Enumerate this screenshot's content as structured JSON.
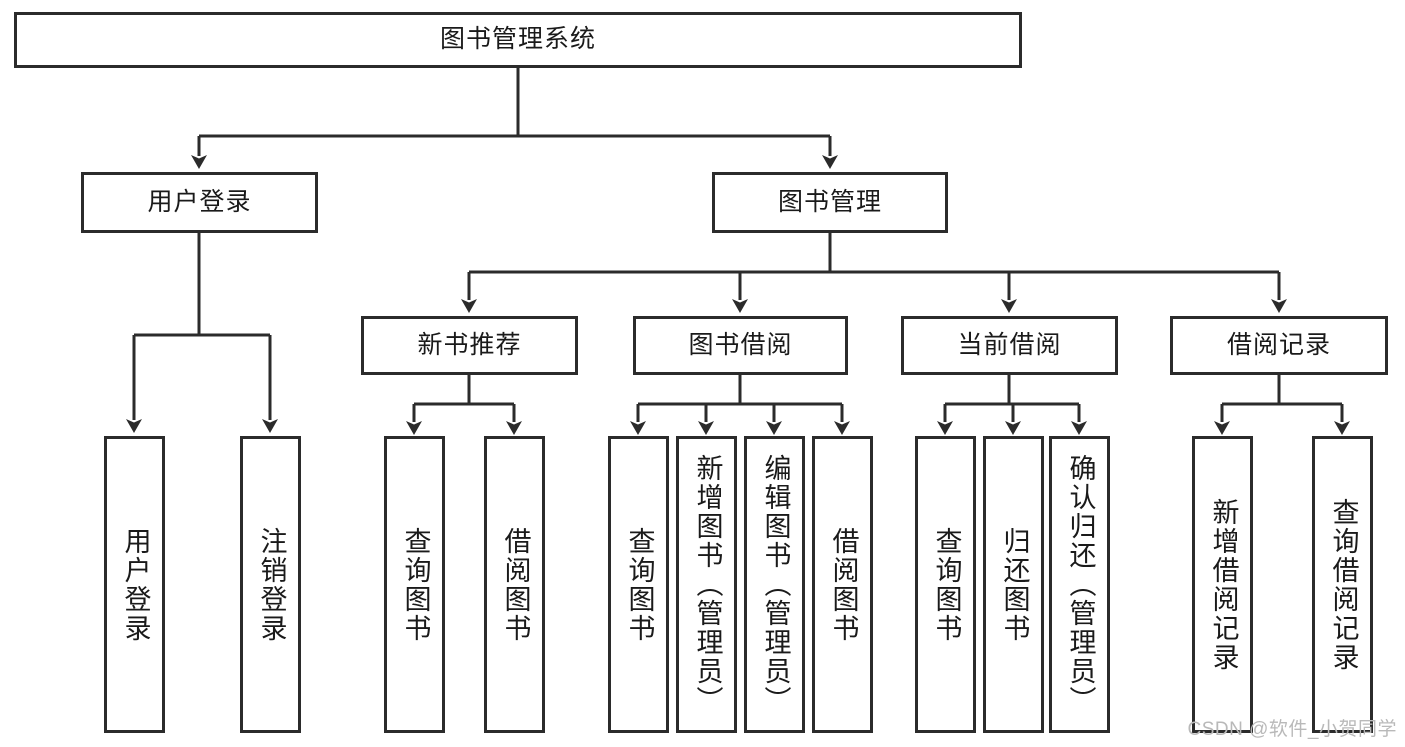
{
  "diagram": {
    "type": "tree-hierarchy-chart",
    "title_node": {
      "id": "root",
      "label": "图书管理系统"
    },
    "level1": [
      {
        "id": "login",
        "label": "用户登录"
      },
      {
        "id": "bookmgmt",
        "label": "图书管理"
      }
    ],
    "level2": [
      {
        "id": "newbook",
        "label": "新书推荐",
        "parent": "bookmgmt"
      },
      {
        "id": "borrow",
        "label": "图书借阅",
        "parent": "bookmgmt"
      },
      {
        "id": "current",
        "label": "当前借阅",
        "parent": "bookmgmt"
      },
      {
        "id": "record",
        "label": "借阅记录",
        "parent": "bookmgmt"
      }
    ],
    "leaves": {
      "login": [
        {
          "id": "leaf-user-login",
          "label": "用户登录"
        },
        {
          "id": "leaf-logout",
          "label": "注销登录"
        }
      ],
      "newbook": [
        {
          "id": "leaf-query-book-1",
          "label": "查询图书"
        },
        {
          "id": "leaf-borrow-book-1",
          "label": "借阅图书"
        }
      ],
      "borrow": [
        {
          "id": "leaf-query-book-2",
          "label": "查询图书"
        },
        {
          "id": "leaf-add-book",
          "label": "新增图书（管理员）"
        },
        {
          "id": "leaf-edit-book",
          "label": "编辑图书（管理员）"
        },
        {
          "id": "leaf-borrow-book-2",
          "label": "借阅图书"
        }
      ],
      "current": [
        {
          "id": "leaf-query-book-3",
          "label": "查询图书"
        },
        {
          "id": "leaf-return-book",
          "label": "归还图书"
        },
        {
          "id": "leaf-confirm-return",
          "label": "确认归还（管理员）"
        }
      ],
      "record": [
        {
          "id": "leaf-add-record",
          "label": "新增借阅记录"
        },
        {
          "id": "leaf-query-record",
          "label": "查询借阅记录"
        }
      ]
    },
    "watermark": "CSDN @软件_小贺同学",
    "colors": {
      "stroke": "#2b2b2b",
      "fill": "#ffffff",
      "text": "#1a1a1a",
      "watermark": "#b9b9b9"
    }
  }
}
